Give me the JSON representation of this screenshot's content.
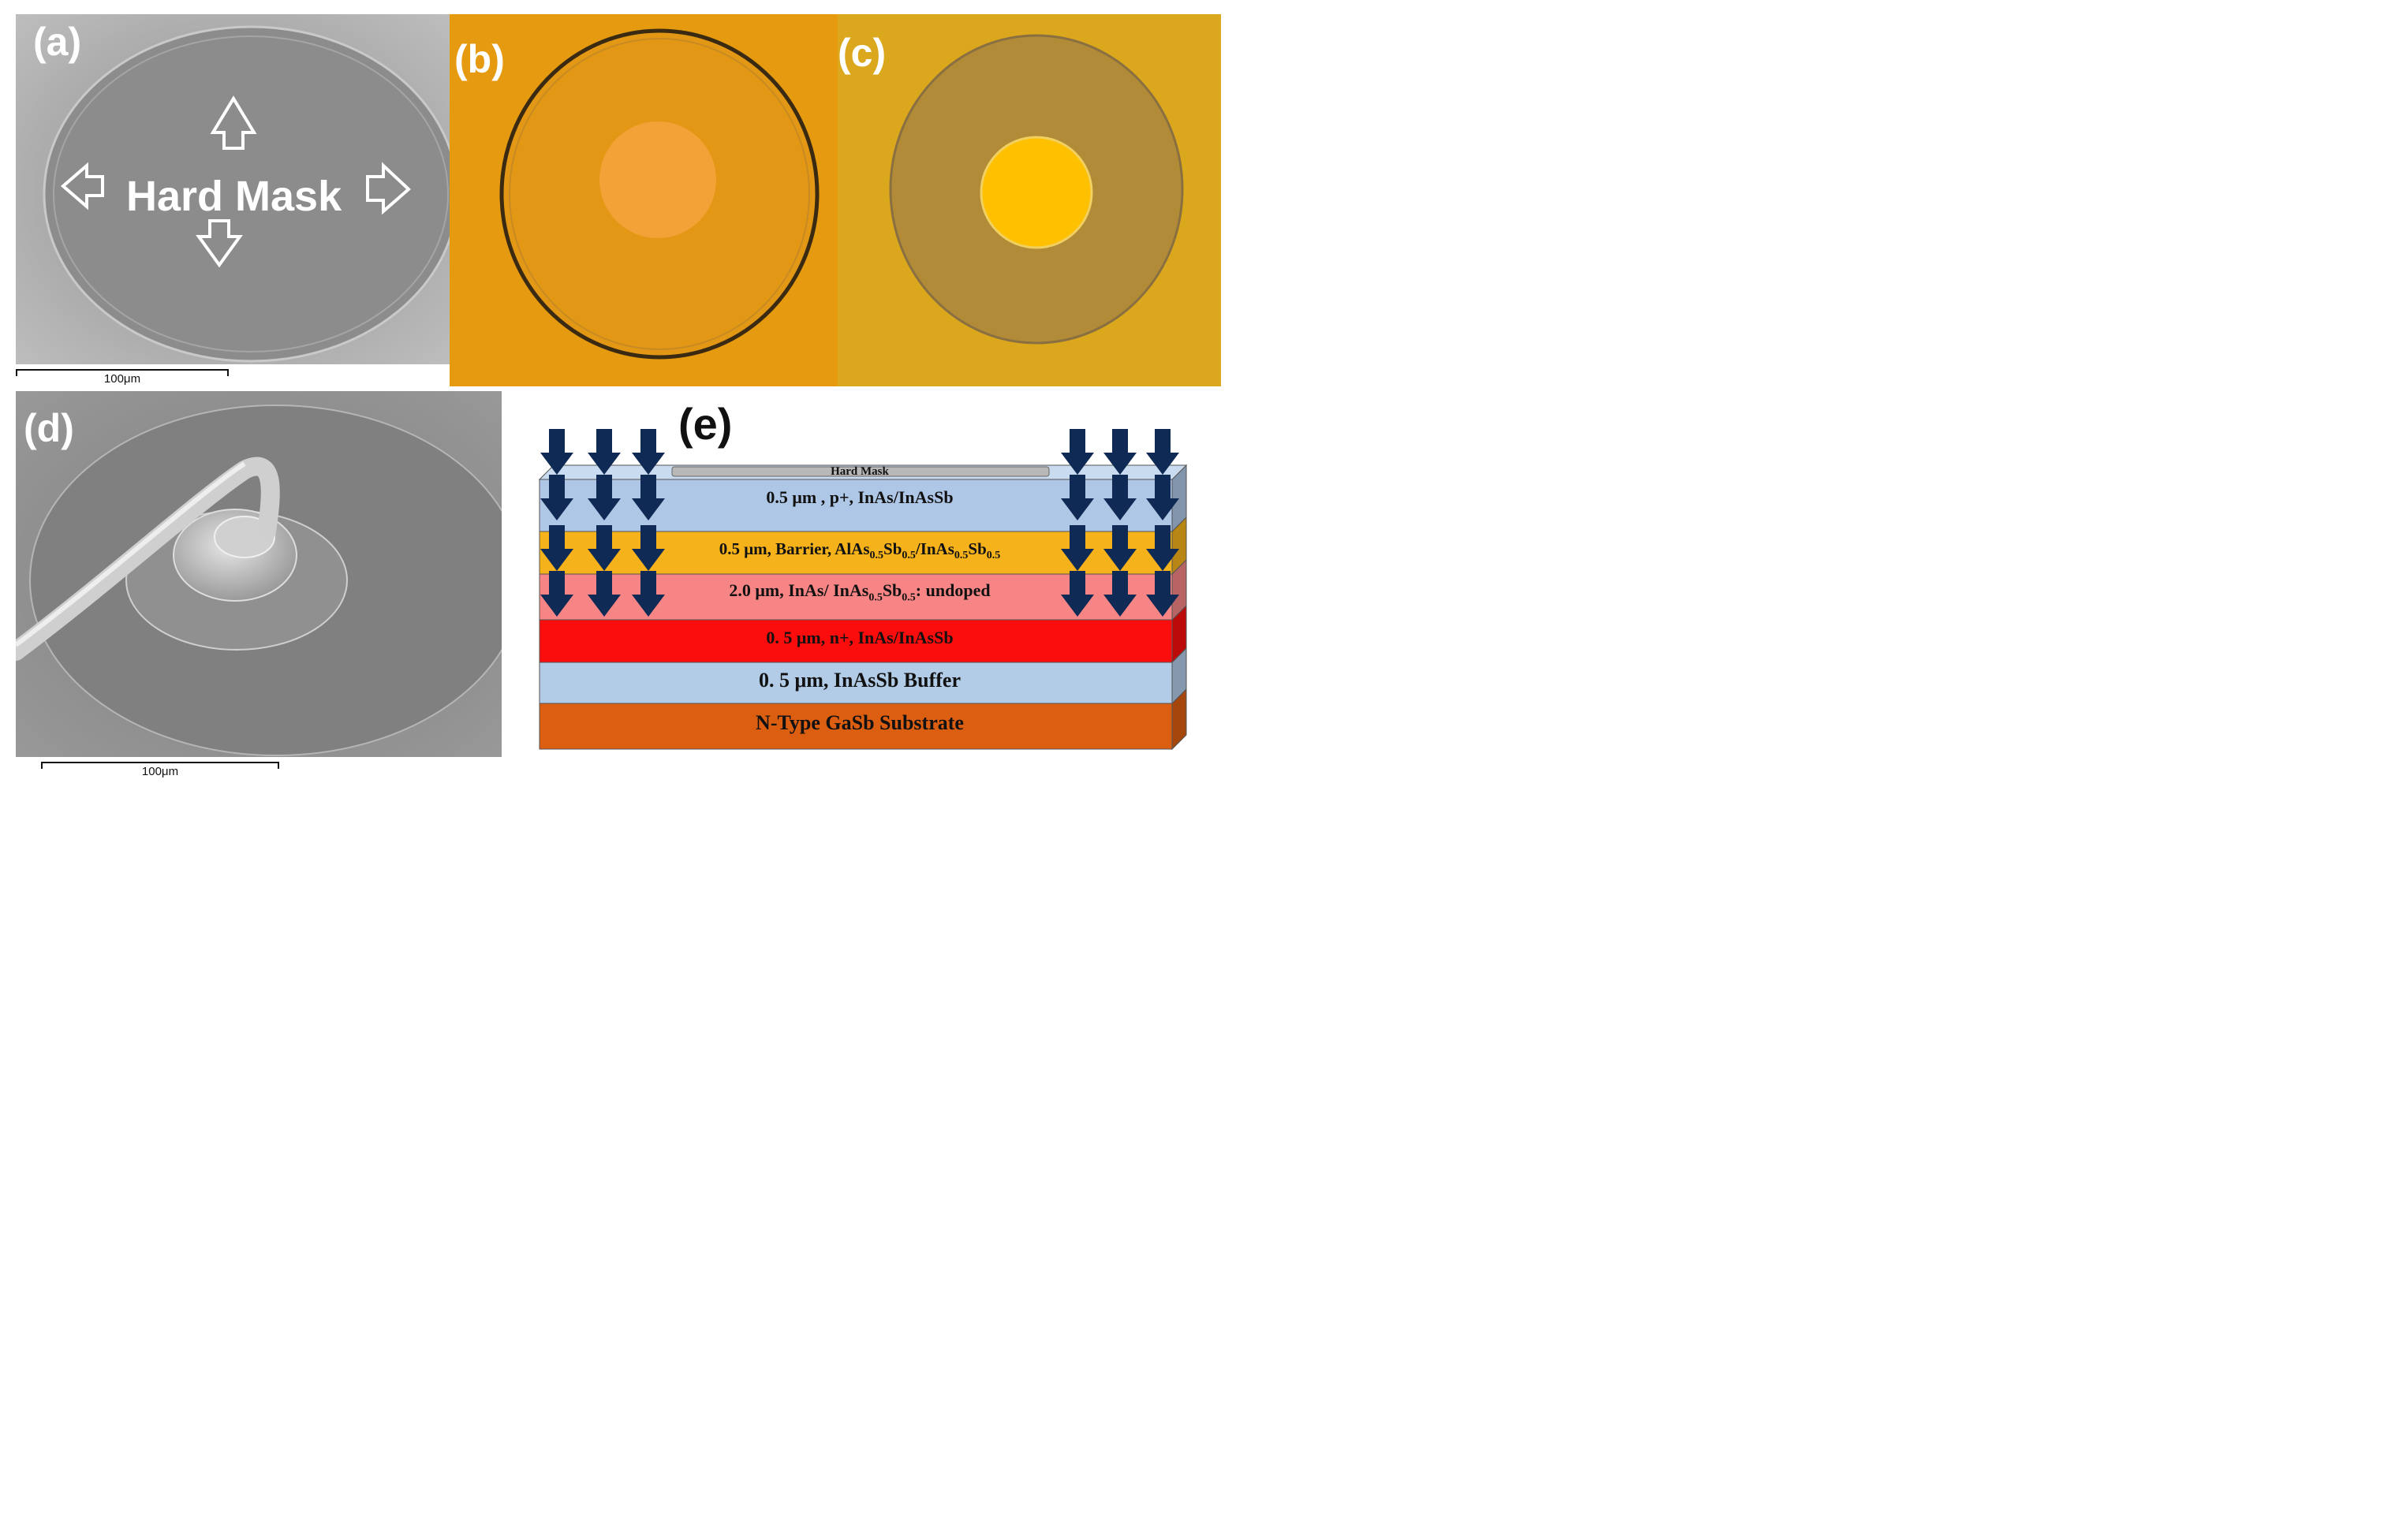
{
  "panels": {
    "a": {
      "label": "(a)",
      "mask_text": "Hard Mask",
      "scale_text": "100μm"
    },
    "b": {
      "label": "(b)"
    },
    "c": {
      "label": "(c)"
    },
    "d": {
      "label": "(d)",
      "scale_text": "100μm"
    },
    "e": {
      "label": "(e)",
      "hard_mask_text": "Hard Mask",
      "layers": [
        {
          "main": "0.5 μm , p+,  InAs/InAsSb",
          "color": "#aec7e6"
        },
        {
          "main": "0.5 μm, Barrier, AlAs",
          "sub1": "0.5",
          "mid1": "Sb",
          "sub2": "0.5",
          "mid2": "/InAs",
          "sub3": "0.5",
          "mid3": "Sb",
          "sub4": "0.5",
          "color": "#f5b21a"
        },
        {
          "main": "2.0 μm, InAs/ InAs",
          "sub1": "0.5",
          "mid1": "Sb",
          "sub2": "0.5",
          "tail": ": undoped",
          "color": "#f78585"
        },
        {
          "main": "0. 5 μm, n+, InAs/InAsSb",
          "color": "#fb0d0d"
        },
        {
          "main": "0. 5 μm, InAsSb Buffer",
          "color": "#b2cbe6"
        },
        {
          "main": "N-Type GaSb Substrate",
          "color": "#dc5e10"
        }
      ],
      "arrow_color": "#0f2a55"
    }
  },
  "colors": {
    "sem_gray": "#8a8a8a",
    "optical_orange": "#e59a10",
    "optical_yellow": "#d9a71a"
  }
}
